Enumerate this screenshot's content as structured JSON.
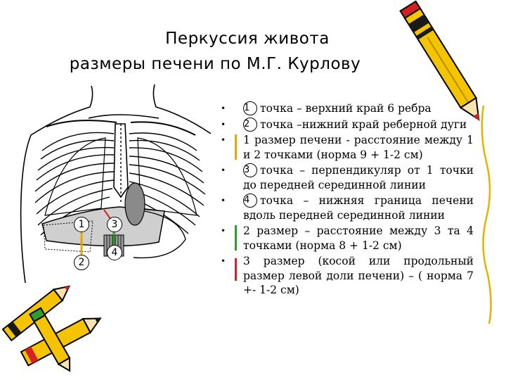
{
  "title": "Перкуссия живота",
  "subtitle": "размеры печени по М.Г. Курлову",
  "bullet_char": "•",
  "items": [
    {
      "num": "1",
      "text": "точка – верхний край 6 ребра"
    },
    {
      "num": "2",
      "text": "точка –нижний край реберной дуги"
    },
    {
      "num": "",
      "text": "1 размер печени - расстояние между 1 и 2 точками (норма 9 + 1-2 см)"
    },
    {
      "num": "3",
      "text": "точка – перпендикуляр от 1 точки до передней серединной линии"
    },
    {
      "num": "4",
      "text": "точка – нижняя граница печени вдоль передней серединной линии"
    },
    {
      "num": "",
      "text": "2 размер – расстояние между 3 та 4 точками (норма 8 + 1-2 см)"
    },
    {
      "num": "",
      "text": "3 размер (косой или продольный размер левой доли печени) – ( норма 7 +- 1-2 см)"
    }
  ],
  "diagram_labels": [
    "1",
    "2",
    "3",
    "4"
  ],
  "colors": {
    "bar1": "#e6a800",
    "bar2": "#2e9e2e",
    "bar3": "#d42020",
    "pencil": "#f5c400"
  }
}
